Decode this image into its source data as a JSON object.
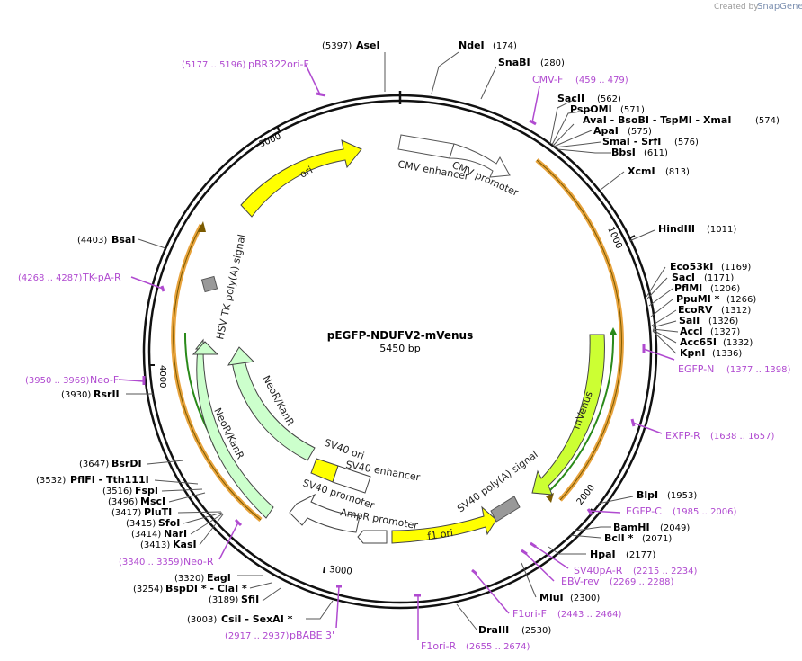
{
  "branding": {
    "created_by": "Created by",
    "logo_text": "SnapGene"
  },
  "plasmid": {
    "name": "pEGFP-NDUFV2-mVenus",
    "size": "5450 bp"
  },
  "ticks": [
    "1000",
    "2000",
    "3000",
    "4000",
    "5000"
  ],
  "features": {
    "ori": "ori",
    "cmv_enhancer": "CMV enhancer",
    "cmv_promoter": "CMV promoter",
    "hsv_tk": "HSV TK poly(A) signal",
    "neo_outer": "NeoR/KanR",
    "neo_inner": "NeoR/KanR",
    "mvenus": "mVenus",
    "sv40_ori": "SV40 ori",
    "sv40_enhancer": "SV40 enhancer",
    "sv40_promoter": "SV40 promoter",
    "ampr_promoter": "AmpR promoter",
    "f1_ori": "f1 ori",
    "sv40_polya": "SV40 poly(A) signal"
  },
  "sites": [
    {
      "name": "AseI",
      "pos": "(5397)"
    },
    {
      "name": "NdeI",
      "pos": "(174)"
    },
    {
      "name": "SnaBI",
      "pos": "(280)"
    },
    {
      "name": "SacII",
      "pos": "(562)"
    },
    {
      "name": "PspOMI",
      "pos": "(571)"
    },
    {
      "name": "AvaI  - BsoBI  - TspMI  - XmaI",
      "pos": "(574)"
    },
    {
      "name": "ApaI",
      "pos": "(575)"
    },
    {
      "name": "SmaI  - SrfI",
      "pos": "(576)"
    },
    {
      "name": "BbsI",
      "pos": "(611)"
    },
    {
      "name": "XcmI",
      "pos": "(813)"
    },
    {
      "name": "HindIII",
      "pos": "(1011)"
    },
    {
      "name": "Eco53kI",
      "pos": "(1169)"
    },
    {
      "name": "SacI",
      "pos": "(1171)"
    },
    {
      "name": "PflMI",
      "pos": "(1206)"
    },
    {
      "name": "PpuMI *",
      "pos": "(1266)"
    },
    {
      "name": "EcoRV",
      "pos": "(1312)"
    },
    {
      "name": "SalI",
      "pos": "(1326)"
    },
    {
      "name": "AccI",
      "pos": "(1327)"
    },
    {
      "name": "Acc65I",
      "pos": "(1332)"
    },
    {
      "name": "KpnI",
      "pos": "(1336)"
    },
    {
      "name": "BlpI",
      "pos": "(1953)"
    },
    {
      "name": "BamHI",
      "pos": "(2049)"
    },
    {
      "name": "BclI *",
      "pos": "(2071)"
    },
    {
      "name": "HpaI",
      "pos": "(2177)"
    },
    {
      "name": "MluI",
      "pos": "(2300)"
    },
    {
      "name": "DraIII",
      "pos": "(2530)"
    },
    {
      "name": "CsiI  - SexAI *",
      "pos": "(3003)"
    },
    {
      "name": "SfiI",
      "pos": "(3189)"
    },
    {
      "name": "BspDI *  - ClaI *",
      "pos": "(3254)"
    },
    {
      "name": "EagI",
      "pos": "(3320)"
    },
    {
      "name": "KasI",
      "pos": "(3413)"
    },
    {
      "name": "NarI",
      "pos": "(3414)"
    },
    {
      "name": "SfoI",
      "pos": "(3415)"
    },
    {
      "name": "PluTI",
      "pos": "(3417)"
    },
    {
      "name": "MscI",
      "pos": "(3496)"
    },
    {
      "name": "FspI",
      "pos": "(3516)"
    },
    {
      "name": "PflFI  - Tth111I",
      "pos": "(3532)"
    },
    {
      "name": "BsrDI",
      "pos": "(3647)"
    },
    {
      "name": "RsrII",
      "pos": "(3930)"
    },
    {
      "name": "BsaI",
      "pos": "(4403)"
    }
  ],
  "primers": [
    {
      "name": "pBR322ori-F",
      "pos": "(5177 .. 5196)"
    },
    {
      "name": "CMV-F",
      "pos": "(459 .. 479)"
    },
    {
      "name": "EGFP-N",
      "pos": "(1377 .. 1398)"
    },
    {
      "name": "EXFP-R",
      "pos": "(1638 .. 1657)"
    },
    {
      "name": "EGFP-C",
      "pos": "(1985 .. 2006)"
    },
    {
      "name": "SV40pA-R",
      "pos": "(2215 .. 2234)"
    },
    {
      "name": "EBV-rev",
      "pos": "(2269 .. 2288)"
    },
    {
      "name": "F1ori-F",
      "pos": "(2443 .. 2464)"
    },
    {
      "name": "F1ori-R",
      "pos": "(2655 .. 2674)"
    },
    {
      "name": "pBABE 3'",
      "pos": "(2917 .. 2937)"
    },
    {
      "name": "Neo-R",
      "pos": "(3340 .. 3359)"
    },
    {
      "name": "Neo-F",
      "pos": "(3950 .. 3969)"
    },
    {
      "name": "TK-pA-R",
      "pos": "(4268 .. 4287)"
    }
  ],
  "colors": {
    "backbone": "#111111",
    "ori": "#ffff00",
    "promoter": "#ffffff",
    "neo": "#ccffcc",
    "mvenus": "#ccff33",
    "polya": "#999999",
    "orf_outline": "#e8a33c",
    "orf_fill": "#fde6c0",
    "primer": "#b04ad0",
    "connector": "#555555"
  }
}
